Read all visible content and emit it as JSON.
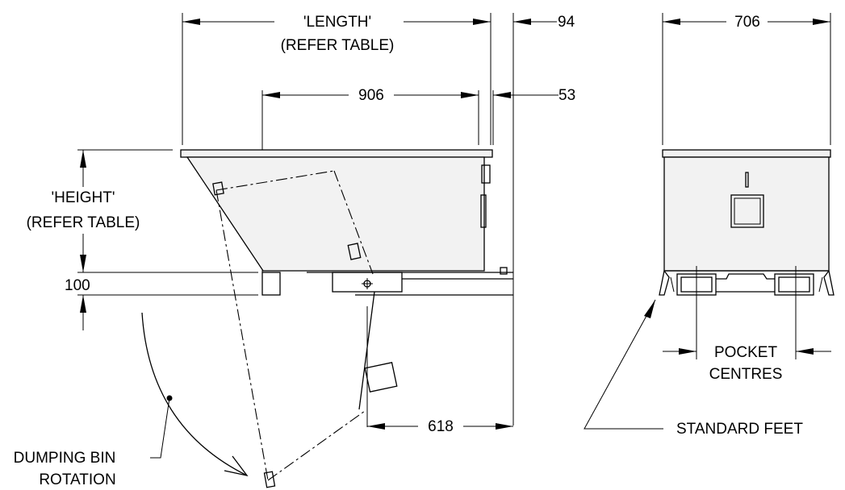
{
  "side_view": {
    "length_label": "'LENGTH'",
    "length_ref": "(REFER TABLE)",
    "dim_94": "94",
    "dim_906": "906",
    "dim_53": "53",
    "height_label": "'HEIGHT'",
    "height_ref": "(REFER TABLE)",
    "dim_100": "100",
    "dim_618": "618",
    "rotation_label_line1": "DUMPING BIN",
    "rotation_label_line2": "ROTATION"
  },
  "end_view": {
    "dim_706": "706",
    "pocket_line1": "POCKET",
    "pocket_line2": "CENTRES",
    "feet_label": "STANDARD FEET"
  }
}
